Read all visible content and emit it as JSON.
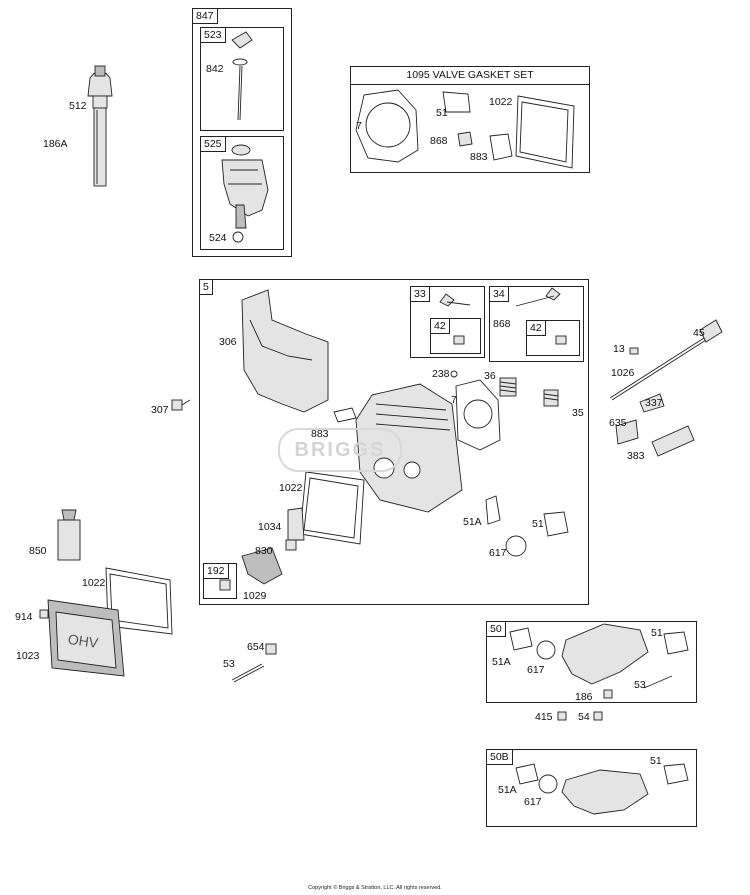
{
  "watermark": "BRIGGS",
  "copyright": "Copyright © Briggs & Stratton, LLC. All rights reserved.",
  "boxes": {
    "b847": "847",
    "b523": "523",
    "b525": "525",
    "valve_gasket_set": "1095 VALVE GASKET SET",
    "b5": "5",
    "b33": "33",
    "b34": "34",
    "b42a": "42",
    "b42b": "42",
    "b192": "192",
    "b50": "50",
    "b50b": "50B"
  },
  "labels": {
    "l512": "512",
    "l186a": "186A",
    "l842": "842",
    "l524": "524",
    "l7a": "7",
    "l51a": "51",
    "l1022a": "1022",
    "l868a": "868",
    "l883a": "883",
    "l306": "306",
    "l307": "307",
    "l868b": "868",
    "l238": "238",
    "l36": "36",
    "l7b": "7",
    "l35": "35",
    "l883b": "883",
    "l1022b": "1022",
    "l1034": "1034",
    "l830": "830",
    "l1029": "1029",
    "l51a_b": "51A",
    "l51b": "51",
    "l617a": "617",
    "l13": "13",
    "l45": "45",
    "l1026": "1026",
    "l337": "337",
    "l635": "635",
    "l383": "383",
    "l850": "850",
    "l1022c": "1022",
    "l914": "914",
    "l1023": "1023",
    "l654": "654",
    "l53a": "53",
    "l51a_c": "51A",
    "l617b": "617",
    "l51c": "51",
    "l186": "186",
    "l53b": "53",
    "l415": "415",
    "l54": "54",
    "l51d": "51",
    "l51a_d": "51A",
    "l617c": "617"
  },
  "icons": [
    "dipstick-tube-icon",
    "oil-fill-icon",
    "gasket-icon",
    "valve-icon",
    "spring-icon",
    "cylinder-head-icon",
    "pushrod-icon",
    "bolt-icon",
    "valve-cover-icon",
    "sealant-tube-icon",
    "intake-manifold-icon"
  ]
}
